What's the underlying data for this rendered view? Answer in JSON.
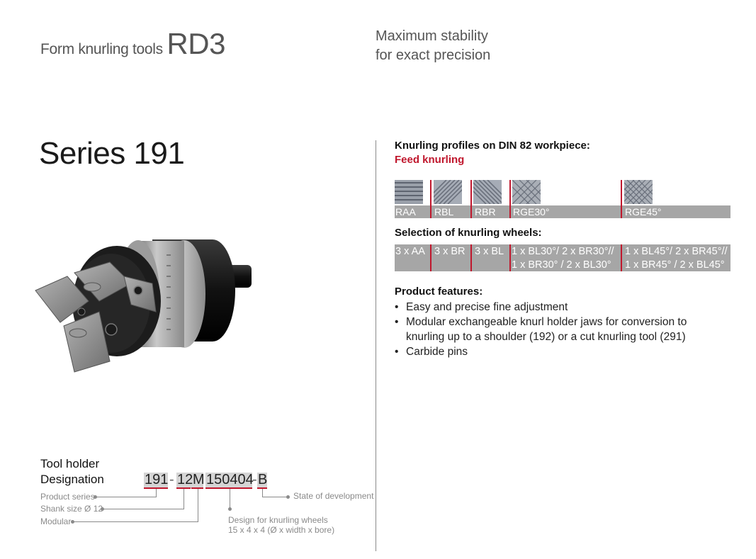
{
  "header": {
    "title_small": "Form knurling tools",
    "title_big": "RD3",
    "tagline_line1": "Maximum stability",
    "tagline_line2": "for exact precision"
  },
  "series_title": "Series 191",
  "profiles": {
    "title": "Knurling profiles on DIN 82 workpiece:",
    "subtitle": "Feed knurling",
    "items": [
      "RAA",
      "RBL",
      "RBR",
      "RGE30°",
      "RGE45°"
    ]
  },
  "wheels": {
    "title": "Selection of knurling wheels:",
    "cells": [
      {
        "line1": "3 x AA",
        "line2": ""
      },
      {
        "line1": "3 x BR",
        "line2": ""
      },
      {
        "line1": "3 x BL",
        "line2": ""
      },
      {
        "line1": "1 x BL30°/ 2 x BR30°//",
        "line2": "1 x BR30° / 2 x BL30°"
      },
      {
        "line1": "1 x BL45°/ 2 x BR45°//",
        "line2": "1 x BR45° / 2 x BL45°"
      }
    ]
  },
  "features": {
    "title": "Product features:",
    "items": [
      "Easy and precise fine adjustment",
      "Modular exchangeable knurl holder jaws for conversion to knurling up to a shoulder (192) or a cut knurling tool (291)",
      "Carbide pins"
    ]
  },
  "designation": {
    "label_line1": "Tool holder",
    "label_line2": "Designation",
    "code_series": "191",
    "code_shank": "12",
    "code_modular": "M",
    "code_wheels": "150404",
    "code_state": "B",
    "ann_series": "Product series",
    "ann_shank": "Shank size Ø 12",
    "ann_modular": "Modular",
    "ann_state": "State of development",
    "ann_wheels_line1": "Design for knurling wheels",
    "ann_wheels_line2": "15 x 4 x 4 (Ø x width x bore)"
  },
  "colors": {
    "accent_red": "#c0172d",
    "bar_grey": "#a6a6a6"
  }
}
